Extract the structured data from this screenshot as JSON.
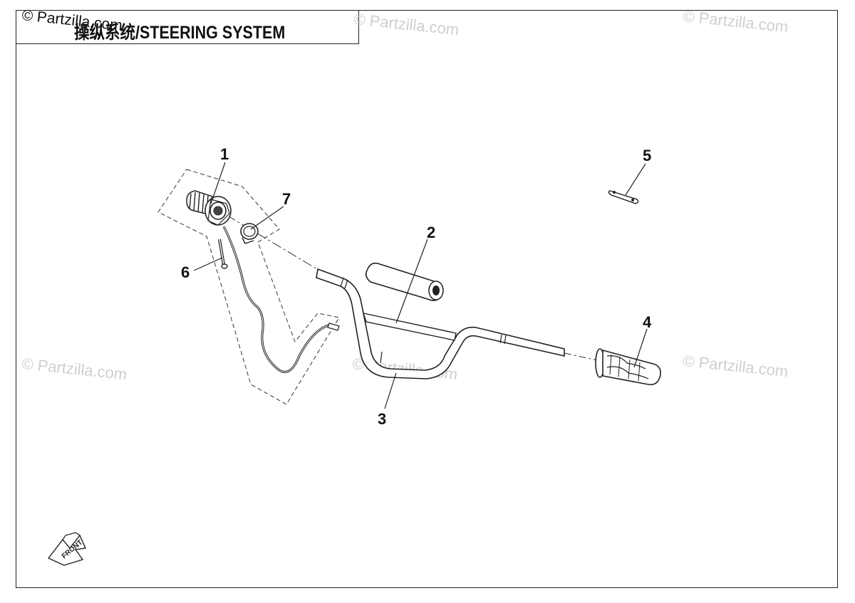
{
  "title": "操纵系统/STEERING SYSTEM",
  "watermarks": [
    "© Partzilla.com",
    "© Partzilla.com",
    "© Partzilla.com",
    "© Partzilla.com",
    "© Partzilla.com",
    "© Partzilla.com"
  ],
  "callouts": [
    "1",
    "2",
    "3",
    "4",
    "5",
    "6",
    "7"
  ],
  "icons": {
    "front_arrow": "front-direction-arrow-icon",
    "front_arrow_label": "FRONT"
  },
  "colors": {
    "line": "#222222",
    "watermark": "#cfcfcf",
    "background": "#ffffff"
  }
}
